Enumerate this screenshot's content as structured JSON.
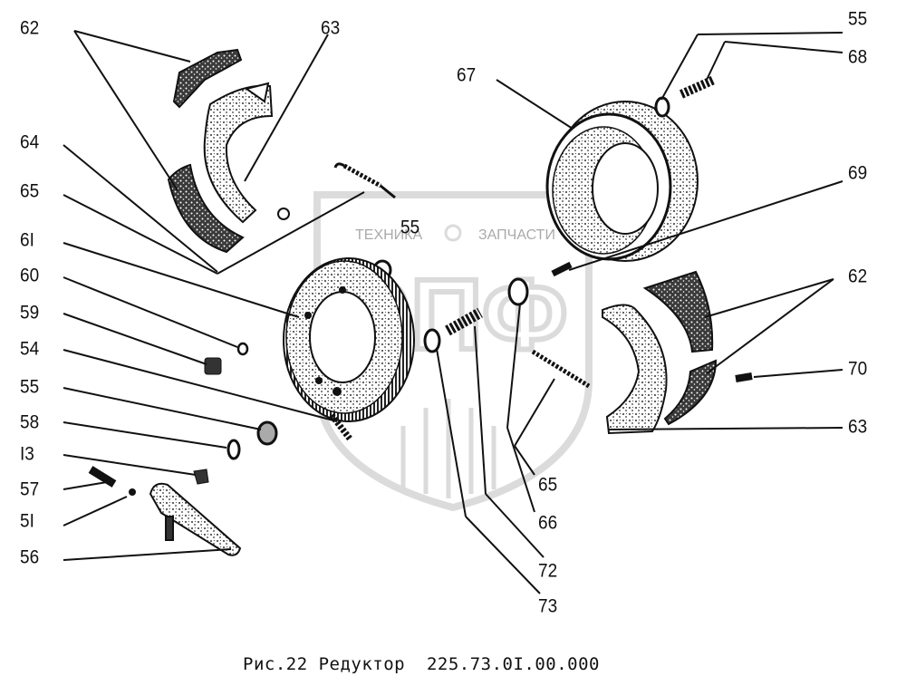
{
  "figure": {
    "caption": "Рис.22 Редуктор  225.73.0I.00.000",
    "watermark_left": "ТЕХНИКА",
    "watermark_right": "ЗАПЧАСТИ",
    "watermark_logo": "ЭПФ"
  },
  "labels": {
    "l62a": "62",
    "l63a": "63",
    "l64": "64",
    "l65a": "65",
    "l61": "6I",
    "l60": "60",
    "l59": "59",
    "l54": "54",
    "l55a": "55",
    "l58": "58",
    "l13": "I3",
    "l57": "57",
    "l51": "5I",
    "l56": "56",
    "l55b": "55",
    "l67": "67",
    "l55c": "55",
    "l68": "68",
    "l69": "69",
    "l62b": "62",
    "l70": "70",
    "l63b": "63",
    "l65b": "65",
    "l66": "66",
    "l72": "72",
    "l73": "73"
  },
  "colors": {
    "ink": "#111111",
    "watermark": "#bdbdbd"
  }
}
